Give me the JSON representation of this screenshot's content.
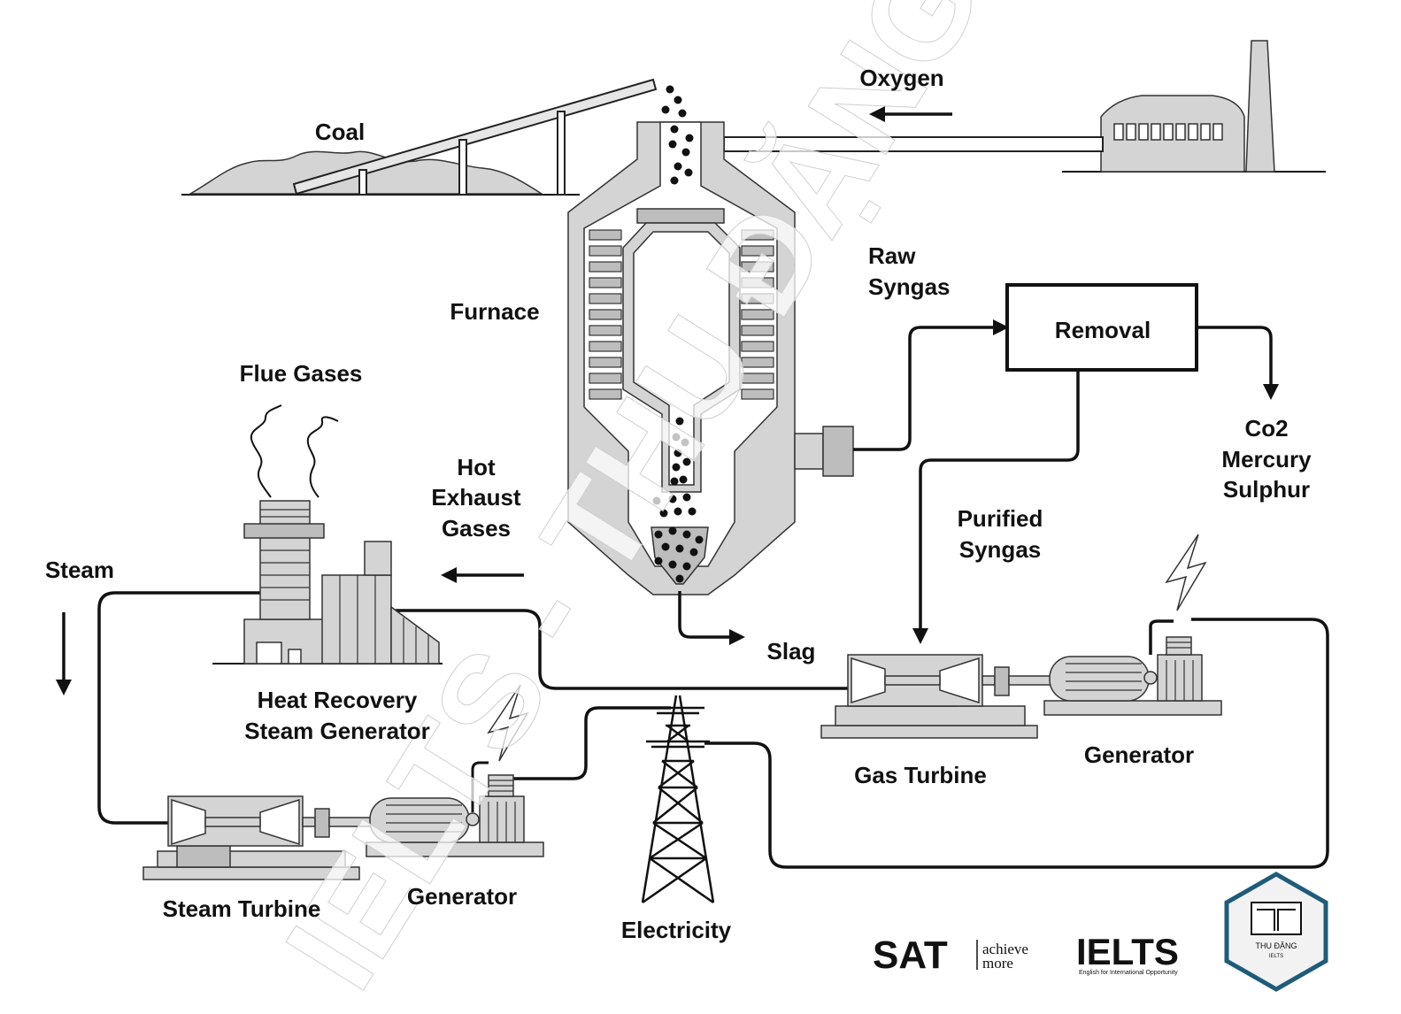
{
  "labels": {
    "coal": "Coal",
    "oxygen": "Oxygen",
    "furnace": "Furnace",
    "raw_syngas_1": "Raw",
    "raw_syngas_2": "Syngas",
    "removal": "Removal",
    "co2": "Co2",
    "mercury": "Mercury",
    "sulphur": "Sulphur",
    "flue_gases": "Flue Gases",
    "hot_1": "Hot",
    "hot_2": "Exhaust",
    "hot_3": "Gases",
    "steam": "Steam",
    "purified_1": "Purified",
    "purified_2": "Syngas",
    "slag": "Slag",
    "hrsg_1": "Heat Recovery",
    "hrsg_2": "Steam Generator",
    "gas_turbine": "Gas Turbine",
    "generator_right": "Generator",
    "steam_turbine": "Steam Turbine",
    "generator_left": "Generator",
    "electricity": "Electricity"
  },
  "watermark": "IELTS - THU ĐẶNG",
  "logos": {
    "sat": "SAT",
    "sat_tag_1": "achieve",
    "sat_tag_2": "more",
    "ielts": "IELTS",
    "ielts_tagline": "English for International Opportunity",
    "thudang": "THU ĐẶNG",
    "thudang_sub": "IELTS"
  },
  "colors": {
    "equipment_fill": "#d4d4d4",
    "line": "#111111",
    "ielts_red": "#e3202f",
    "badge_border": "#1f5b7a"
  }
}
